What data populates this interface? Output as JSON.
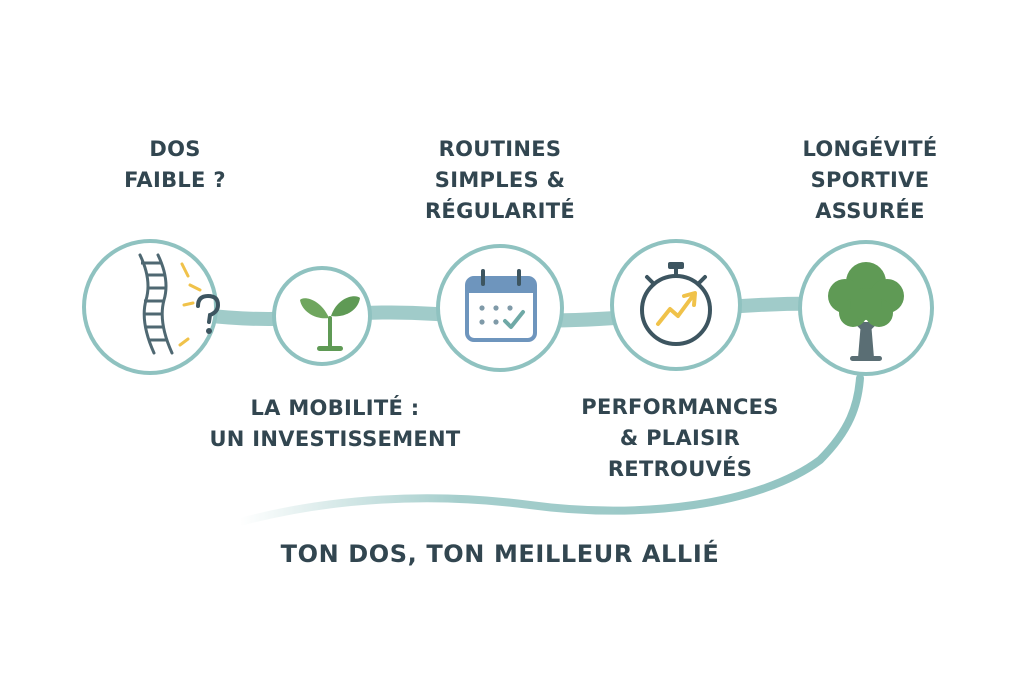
{
  "steps": [
    {
      "lines": [
        "DOS",
        "FAIBLE ?"
      ],
      "icon": "spine-question-icon"
    },
    {
      "lines": [
        "LA MOBILITÉ :",
        "UN INVESTISSEMENT"
      ],
      "icon": "sprout-icon"
    },
    {
      "lines": [
        "ROUTINES",
        "SIMPLES &",
        "RÉGULARITÉ"
      ],
      "icon": "calendar-check-icon"
    },
    {
      "lines": [
        "PERFORMANCES",
        "& PLAISIR",
        "RETROUVÉS"
      ],
      "icon": "stopwatch-arrow-icon"
    },
    {
      "lines": [
        "LONGÉVITÉ",
        "SPORTIVE",
        "ASSURÉE"
      ],
      "icon": "tree-icon"
    }
  ],
  "tagline": "TON DOS, TON MEILLEUR ALLIÉ",
  "colors": {
    "teal": "#8fc2c0",
    "teal_dark": "#6fa9a6",
    "text": "#324650",
    "green": "#5f9a55",
    "blue": "#6e95bd",
    "yellow": "#f0c24a",
    "ink": "#3d5560"
  }
}
